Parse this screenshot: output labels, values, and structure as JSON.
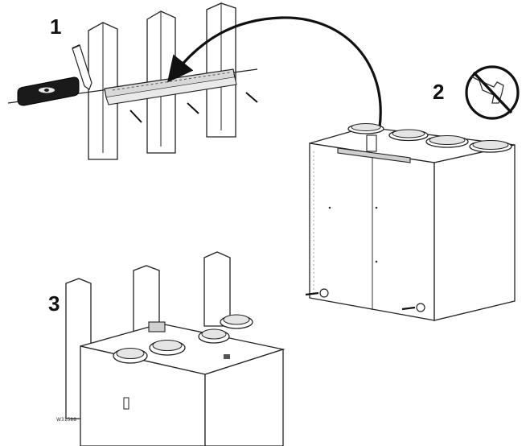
{
  "steps": [
    {
      "number": "1"
    },
    {
      "number": "2"
    },
    {
      "number": "3"
    }
  ],
  "figure_code": "W31588",
  "icons": {
    "level": "spirit-level-icon",
    "pencil": "pencil-icon",
    "no_drill": "no-drill-icon"
  },
  "colors": {
    "line": "#222222",
    "level_body": "#1a1a1a",
    "bracket_fill": "#d8d8d8",
    "stud_fill": "#ffffff"
  }
}
